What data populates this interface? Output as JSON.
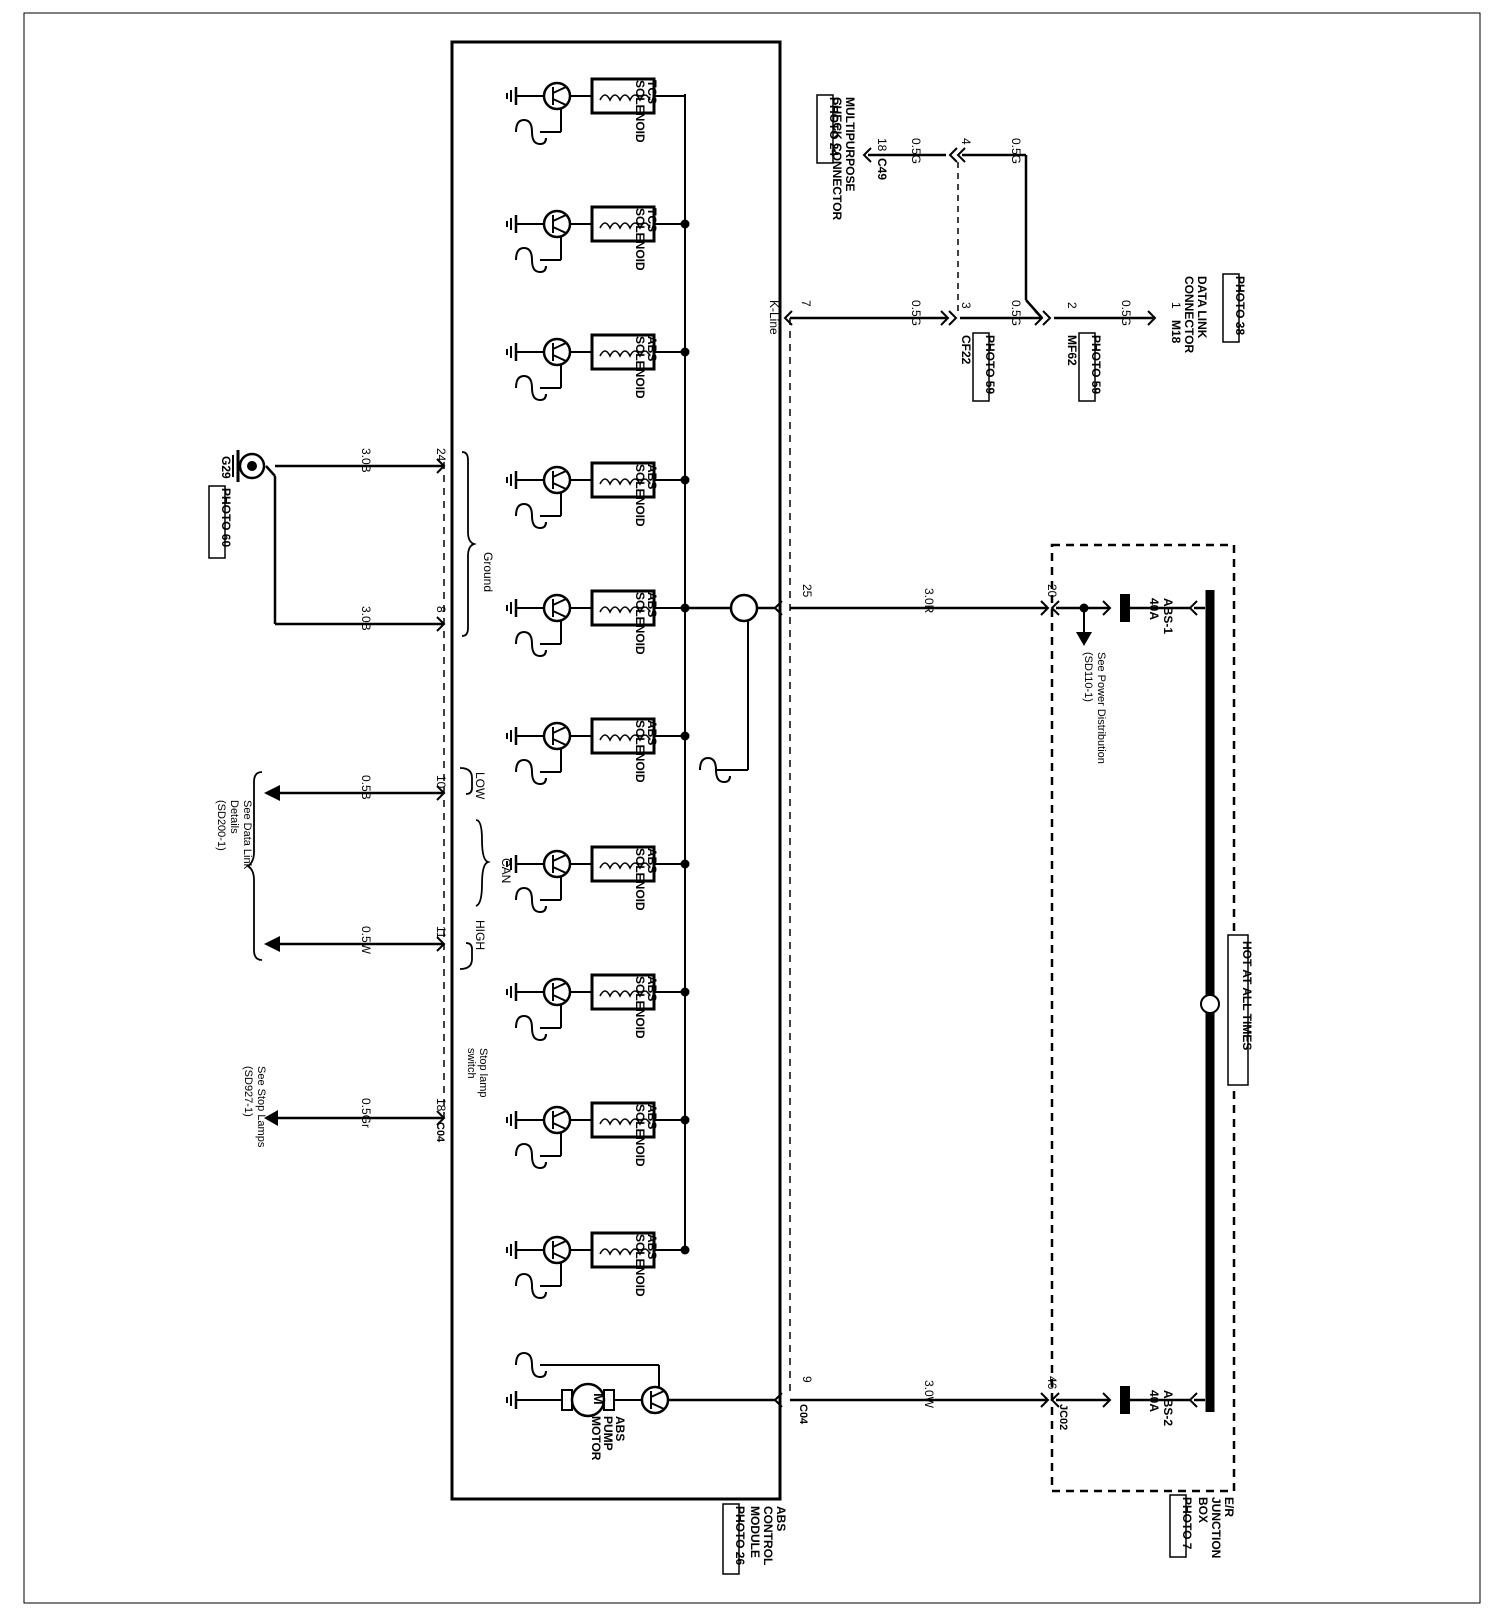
{
  "module": {
    "name": [
      "ABS",
      "CONTROL",
      "MODULE"
    ],
    "photo": "PHOTO 26",
    "connector": "C04"
  },
  "junction_box": {
    "name": [
      "E/R",
      "JUNCTION",
      "BOX"
    ],
    "photo": "PHOTO 7",
    "hot_label": "HOT AT ALL TIMES",
    "connector": "JC02",
    "fuses": [
      {
        "label": "ABS-1",
        "rating": "40A",
        "pin": "20",
        "wire": "3.0R",
        "module_pin": "25"
      },
      {
        "label": "ABS-2",
        "rating": "40A",
        "pin": "46",
        "wire": "3.0W",
        "module_pin": "9"
      }
    ],
    "power_ref": [
      "See Power Distribution",
      "(SD110-1)"
    ]
  },
  "data_link": {
    "connector": [
      "DATA LINK",
      "CONNECTOR"
    ],
    "photo": "PHOTO 38",
    "conn_id": "M18",
    "pin": "1",
    "wire": "0.5G",
    "mf62": {
      "id": "MF62",
      "photo": "PHOTO 59",
      "pin": "2",
      "wire": "0.5G"
    },
    "cf22": {
      "id": "CF22",
      "photo": "PHOTO 59",
      "pin": "3",
      "pin_top": "4",
      "wire_in": "0.5G",
      "wire_top": "0.5G",
      "wire_out": "0.5G"
    },
    "multipurpose": {
      "name": [
        "MULTIPURPOSE",
        "CHECK CONNECTOR"
      ],
      "photo": "PHOTO 24",
      "id": "C49",
      "pin": "18",
      "wire": "0.5G"
    },
    "kline": {
      "label": "K-Line",
      "pin": "7"
    }
  },
  "ground": {
    "label": "Ground",
    "pins": [
      "24",
      "8"
    ],
    "wires": [
      "3.0B",
      "3.0B"
    ],
    "id": "G29",
    "photo": "PHOTO 60"
  },
  "can": {
    "label": "CAN",
    "low": "LOW",
    "high": "HIGH",
    "pins": [
      "10",
      "11"
    ],
    "wires": [
      "0.5B",
      "0.5W"
    ],
    "ref": [
      "See Data Link",
      "Details",
      "(SD200-1)"
    ]
  },
  "stop_lamp": {
    "label": [
      "Stop lamp",
      "switch"
    ],
    "pin": "18",
    "wire": "0.5Gr",
    "connector": "C04",
    "ref": [
      "See Stop Lamps",
      "(SD927-1)"
    ]
  },
  "solenoids": [
    {
      "type": "TCS",
      "label": "SOLENOID"
    },
    {
      "type": "TCS",
      "label": "SOLENOID"
    },
    {
      "type": "ABS",
      "label": "SOLENOID"
    },
    {
      "type": "ABS",
      "label": "SOLENOID"
    },
    {
      "type": "ABS",
      "label": "SOLENOID"
    },
    {
      "type": "ABS",
      "label": "SOLENOID"
    },
    {
      "type": "ABS",
      "label": "SOLENOID"
    },
    {
      "type": "ABS",
      "label": "SOLENOID"
    },
    {
      "type": "ABS",
      "label": "SOLENOID"
    },
    {
      "type": "ABS",
      "label": "SOLENOID"
    }
  ],
  "pump": {
    "symbol": "M",
    "label": [
      "ABS",
      "PUMP",
      "MOTOR"
    ]
  }
}
